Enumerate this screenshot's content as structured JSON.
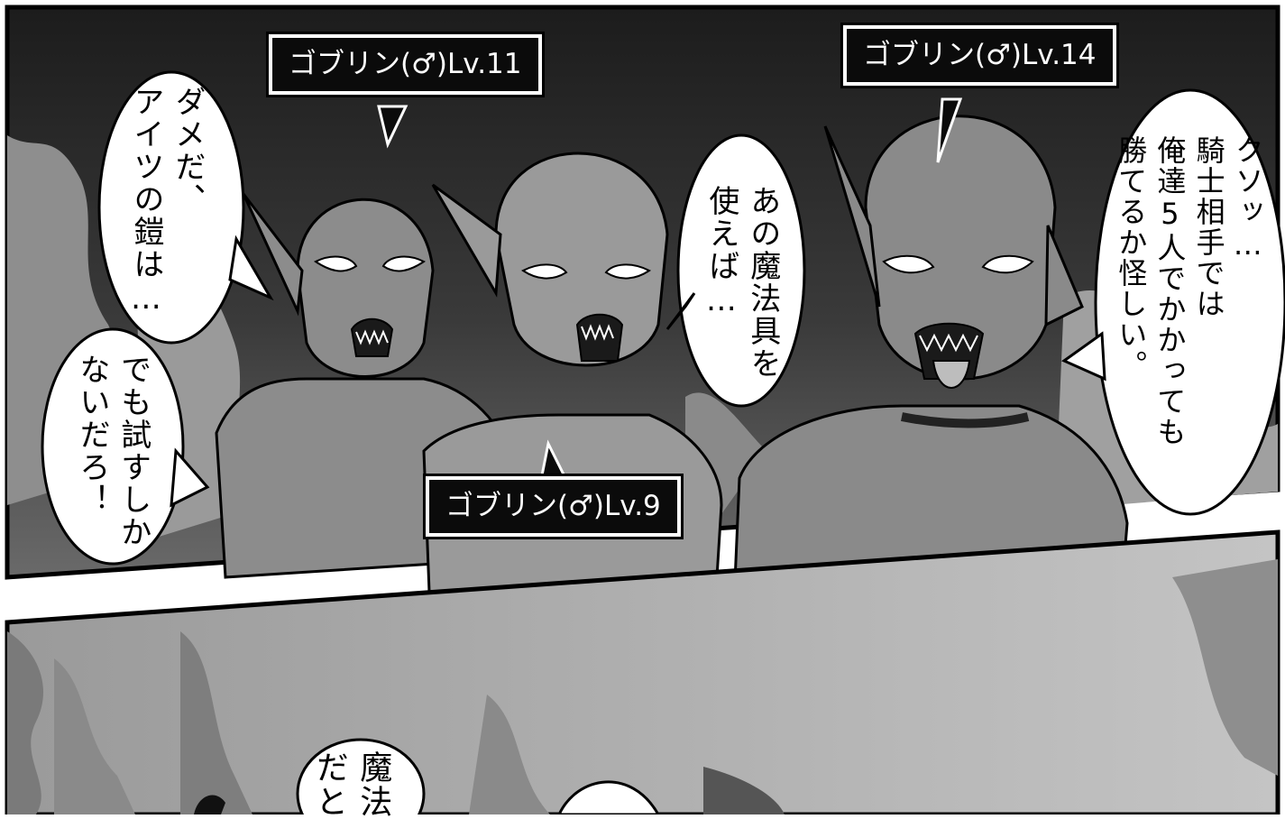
{
  "panel_top": {
    "name_tags": [
      {
        "text": "ゴブリン(♂)Lv.11"
      },
      {
        "text": "ゴブリン(♂)Lv.14"
      },
      {
        "text": "ゴブリン(♂)Lv.9"
      }
    ],
    "speech": [
      {
        "lines": [
          "ダメだ、",
          "アイツの鎧は…"
        ]
      },
      {
        "lines": [
          "でも試すしか",
          "ないだろ！"
        ]
      },
      {
        "lines": [
          "あの魔法具を",
          "使えば…"
        ]
      },
      {
        "lines": [
          "クソッ…",
          "騎士相手では",
          "俺達5人でかかっても",
          "勝てるか怪しい。"
        ]
      }
    ]
  },
  "panel_bottom": {
    "speech": [
      {
        "lines": [
          "魔法",
          "だと"
        ]
      }
    ]
  }
}
